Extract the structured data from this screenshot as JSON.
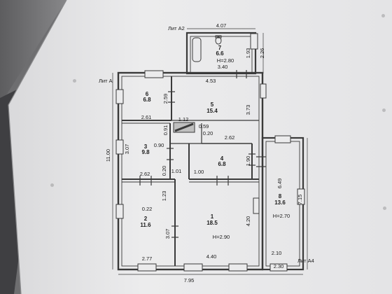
{
  "diagram": {
    "labels": {
      "lit_a": "Лит А",
      "lit_a2": "Лит А2",
      "lit_a4": "Лит А4"
    },
    "rooms": [
      {
        "num": "1",
        "area": "18.5",
        "height": "H=2.90"
      },
      {
        "num": "2",
        "area": "11.6"
      },
      {
        "num": "3",
        "area": "9.8"
      },
      {
        "num": "4",
        "area": "6.8"
      },
      {
        "num": "5",
        "area": "15.4"
      },
      {
        "num": "6",
        "area": "6.8"
      },
      {
        "num": "7",
        "area": "6.6",
        "height": "H=2.80"
      },
      {
        "num": "8",
        "area": "13.6",
        "height": "H=2.70"
      }
    ],
    "dimensions": {
      "d_4_07": "4.07",
      "d_2_26": "2.26",
      "d_1_93": "1.93",
      "d_3_40": "3.40",
      "d_4_53": "4.53",
      "d_2_59": "2.59",
      "d_3_73": "3.73",
      "d_2_61": "2.61",
      "d_1_12": "1.12",
      "d_0_59": "0.59",
      "d_0_91": "0.91",
      "d_0_20a": "0.20",
      "d_2_62a": "2.62",
      "d_11_00": "11.00",
      "d_3_07a": "3.07",
      "d_0_90": "0.90",
      "d_1_90": "1.90",
      "d_0_20b": "0.20",
      "d_2_62b": "2.62",
      "d_1_01": "1.01",
      "d_1_00": "1.00",
      "d_6_49": "6.49",
      "d_7_15": "7.15",
      "d_1_23": "1.23",
      "d_0_22": "0.22",
      "d_4_20": "4.20",
      "d_3_07b": "3.07",
      "d_2_77": "2.77",
      "d_4_40": "4.40",
      "d_2_10": "2.10",
      "d_7_95": "7.95",
      "d_2_30": "2.30"
    },
    "colors": {
      "paper": "#ebebec",
      "ink": "#1c1c1c",
      "wall": "#3a3a3a",
      "background": "#6e6e70"
    }
  }
}
